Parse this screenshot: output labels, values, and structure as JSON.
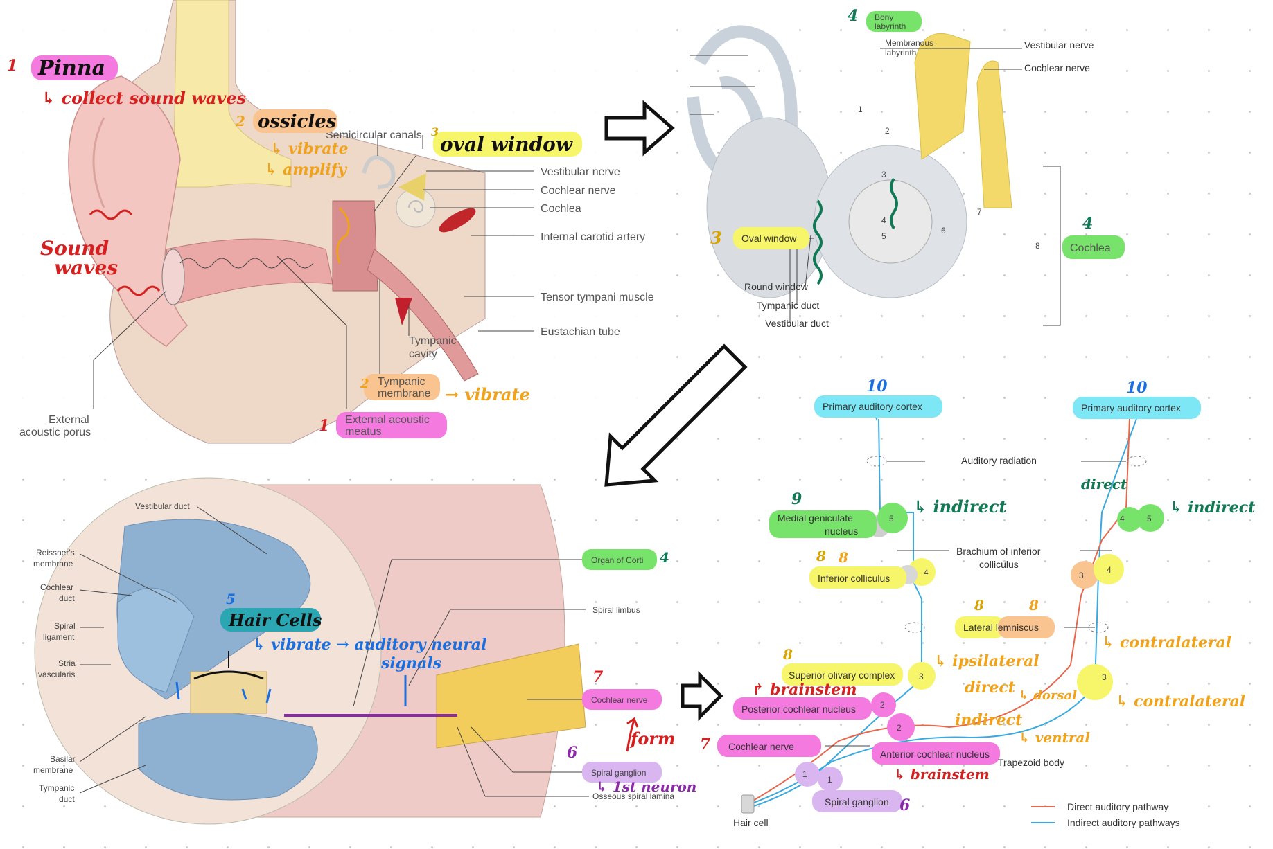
{
  "colors": {
    "pink": "#f47ae0",
    "orange": "#f9c48f",
    "yellow": "#f7f56a",
    "green": "#78e36a",
    "cyan": "#7ee7f5",
    "purple": "#d9b6ef",
    "teal": "#2aa7b3",
    "red": "#d62020",
    "handOrange": "#f0a21a",
    "handGreen": "#117a54",
    "handBlue": "#1a6fe0",
    "handPurple": "#8a2aa8",
    "direct": "#e8664a",
    "indirect": "#39a9de"
  },
  "panel_ear": {
    "labels": {
      "semicircular_canals": "Semicircular canals",
      "vestibular_nerve": "Vestibular nerve",
      "cochlear_nerve": "Cochlear nerve",
      "cochlea": "Cochlea",
      "internal_carotid_artery": "Internal carotid artery",
      "tensor_tympani_muscle": "Tensor tympani muscle",
      "eustachian_tube": "Eustachian tube",
      "tympanic_cavity_1": "Tympanic",
      "tympanic_cavity_2": "cavity",
      "external_porus_1": "External",
      "external_porus_2": "acoustic porus",
      "tympanic_membrane_1": "Tympanic",
      "tympanic_membrane_2": "membrane",
      "external_meatus_1": "External acoustic",
      "external_meatus_2": "meatus"
    },
    "handwriting": {
      "pinna": "Pinna",
      "collect": "↳ collect sound waves",
      "ossicles": "ossicles",
      "vibrate": "↳ vibrate",
      "amplify": "↳ amplify",
      "oval_window": "oval window",
      "sound_1": "Sound",
      "sound_2": "waves",
      "tympanic_vibrate": "→ vibrate",
      "n1_pinna": "1",
      "n2_ossicles": "2",
      "n3_oval": "3",
      "n2_tymp": "2",
      "n1_meatus": "1"
    }
  },
  "panel_cochlea": {
    "labels": {
      "bony_labyrinth_1": "Bony",
      "bony_labyrinth_2": "labyrinth",
      "membranous_1": "Membranous",
      "membranous_2": "labyrinth",
      "vestibular_nerve": "Vestibular nerve",
      "cochlear_nerve": "Cochlear nerve",
      "oval_window": "Oval window",
      "cochlea": "Cochlea",
      "round_window": "Round window",
      "tympanic_duct": "Tympanic duct",
      "vestibular_duct": "Vestibular duct",
      "num_1": "1",
      "num_2": "2",
      "num_3": "3",
      "num_4": "4",
      "num_5": "5",
      "num_6": "6",
      "num_7": "7",
      "num_8": "8"
    },
    "handwriting": {
      "n4_bony": "4",
      "n3_oval": "3",
      "n4_cochlea": "4"
    }
  },
  "panel_section": {
    "labels": {
      "vestibular_duct": "Vestibular duct",
      "reissners_1": "Reissner's",
      "reissners_2": "membrane",
      "cochlear_duct_1": "Cochlear",
      "cochlear_duct_2": "duct",
      "spiral_ligament_1": "Spiral",
      "spiral_ligament_2": "ligament",
      "stria_1": "Stria",
      "stria_2": "vascularis",
      "basilar_1": "Basilar",
      "basilar_2": "membrane",
      "tympanic_duct_1": "Tympanic",
      "tympanic_duct_2": "duct",
      "organ_of_corti": "Organ of Corti",
      "spiral_limbus": "Spiral limbus",
      "cochlear_nerve": "Cochlear nerve",
      "spiral_ganglion": "Spiral ganglion",
      "osseous_lamina": "Osseous spiral lamina"
    },
    "handwriting": {
      "hair_cells": "Hair Cells",
      "vibrate_chain": "↳ vibrate → auditory neural",
      "signals": "signals",
      "form": "form",
      "first_neuron": "↳ 1st neuron",
      "n5_hair": "5",
      "n4_corti": "4",
      "n7_nerve": "7",
      "n6_ganglion": "6"
    }
  },
  "panel_pathway": {
    "labels": {
      "pac_left": "Primary auditory cortex",
      "pac_right": "Primary auditory cortex",
      "auditory_radiation": "Auditory radiation",
      "mgn_1": "Medial geniculate",
      "mgn_2": "nucleus",
      "brachium_1": "Brachium of inferior",
      "brachium_2": "colliculus",
      "inferior_colliculus": "Inferior colliculus",
      "lateral_lemniscus": "Lateral lemniscus",
      "superior_olivary": "Superior olivary complex",
      "posterior_cochlear": "Posterior cochlear nucleus",
      "cochlear_nerve": "Cochlear nerve",
      "anterior_cochlear": "Anterior cochlear nucleus",
      "trapezoid_body": "Trapezoid body",
      "spiral_ganglion": "Spiral ganglion",
      "hair_cell": "Hair cell",
      "legend_direct": "Direct auditory pathway",
      "legend_indirect": "Indirect auditory pathways",
      "node_5a": "5",
      "node_5b": "5",
      "node_4a": "4",
      "node_4b": "4",
      "node_4c": "4",
      "node_3a": "3",
      "node_3b": "3",
      "node_3c": "3",
      "node_2a": "2",
      "node_2b": "2",
      "node_1a": "1",
      "node_1b": "1"
    },
    "handwriting": {
      "n10_left": "10",
      "n10_right": "10",
      "n9": "9",
      "n8a": "8",
      "n8b": "8",
      "n8c": "8",
      "n8d": "8",
      "n8e": "8",
      "n7": "7",
      "n6": "6",
      "indirect_1": "↳ indirect",
      "direct_up": "direct",
      "indirect_2": "↳ indirect",
      "contralateral_1": "↳ contralateral",
      "ipsilateral": "↳ ipsilateral",
      "direct": "direct",
      "dorsal": "↳ dorsal",
      "contralateral_2": "↳ contralateral",
      "brainstem_1": "↱ brainstem",
      "indirect_3": "indirect",
      "ventral": "↳ ventral",
      "brainstem_2": "↳ brainstem"
    }
  }
}
